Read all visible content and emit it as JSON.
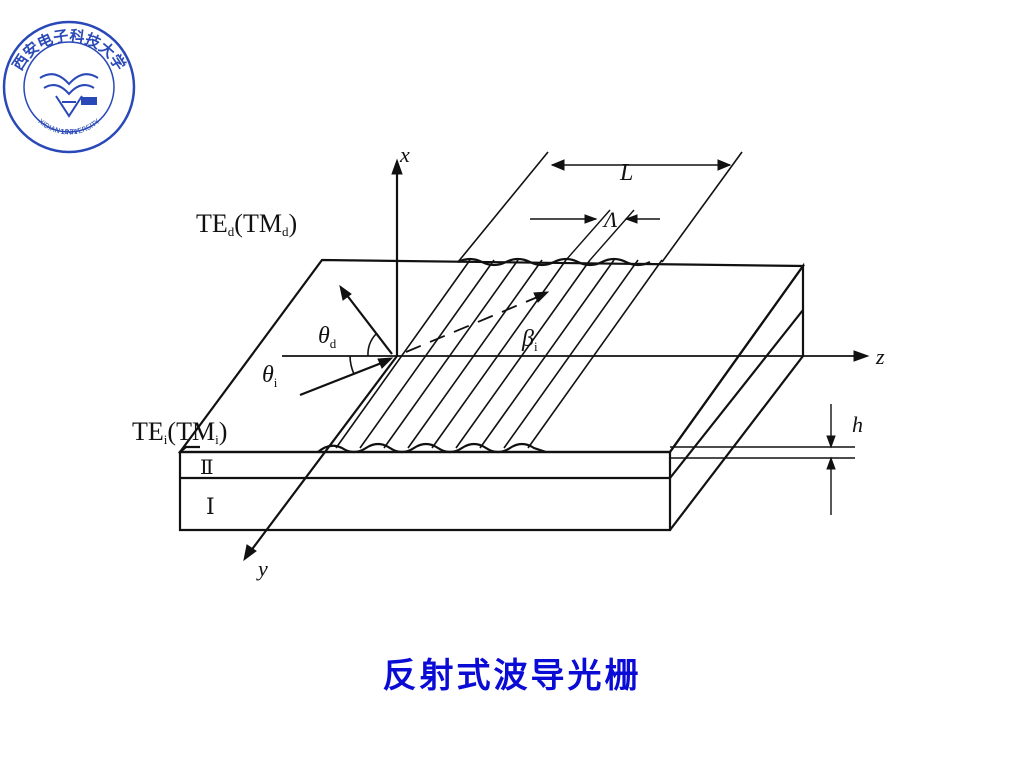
{
  "logo": {
    "arc_text": "西安电子科技大学",
    "english": "XIDIAN UNIVERSITY",
    "year": "1931",
    "color": "#2a49b8"
  },
  "diagram": {
    "axes": {
      "x": "x",
      "y": "y",
      "z": "z"
    },
    "diffracted_mode": {
      "main": "TE",
      "main_sub": "d",
      "alt": "TM",
      "alt_sub": "d"
    },
    "incident_mode": {
      "main": "TE",
      "main_sub": "i",
      "alt": "TM",
      "alt_sub": "i"
    },
    "angle_diffracted": {
      "sym": "θ",
      "sub": "d"
    },
    "angle_incident": {
      "sym": "θ",
      "sub": "i"
    },
    "propagation": {
      "sym": "β",
      "sub": "i"
    },
    "grating_length": "L",
    "grating_period": "Λ",
    "thickness": "h",
    "layer_top": "Ⅱ",
    "layer_bottom": "Ⅰ"
  },
  "caption": "反射式波导光栅"
}
